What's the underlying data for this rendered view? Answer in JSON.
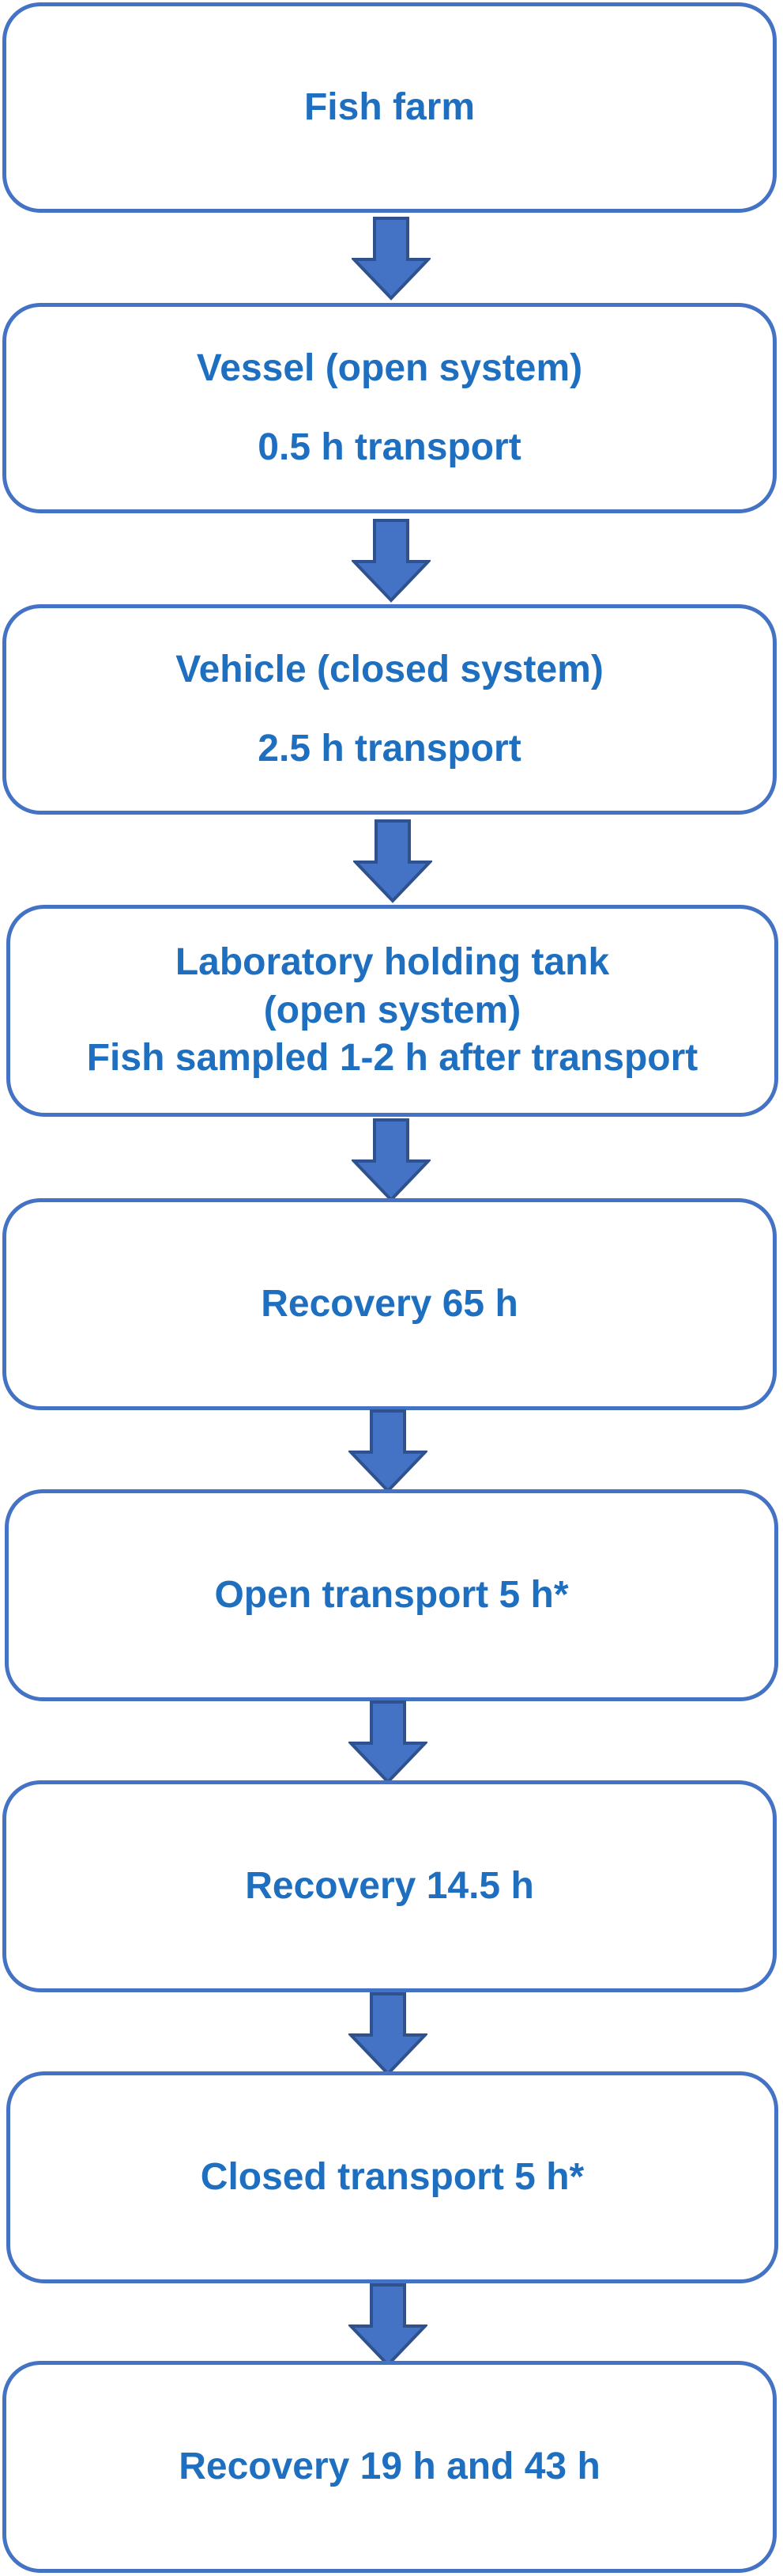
{
  "flow": {
    "steps": [
      {
        "lines": [
          "Fish farm"
        ]
      },
      {
        "lines": [
          "Vessel (open system)",
          "0.5 h transport"
        ]
      },
      {
        "lines": [
          "Vehicle (closed system)",
          "2.5 h transport"
        ]
      },
      {
        "lines": [
          "Laboratory holding tank",
          "(open system)",
          "Fish sampled 1-2 h after transport"
        ]
      },
      {
        "lines": [
          "Recovery 65 h"
        ]
      },
      {
        "lines": [
          "Open transport 5 h*"
        ]
      },
      {
        "lines": [
          "Recovery 14.5 h"
        ]
      },
      {
        "lines": [
          "Closed transport 5 h*"
        ]
      },
      {
        "lines": [
          "Recovery 19 h and 43 h"
        ]
      }
    ]
  },
  "colors": {
    "box_border": "#4472C4",
    "text": "#1F6FC0",
    "arrow_fill": "#4472C4",
    "arrow_stroke": "#2F528F"
  }
}
